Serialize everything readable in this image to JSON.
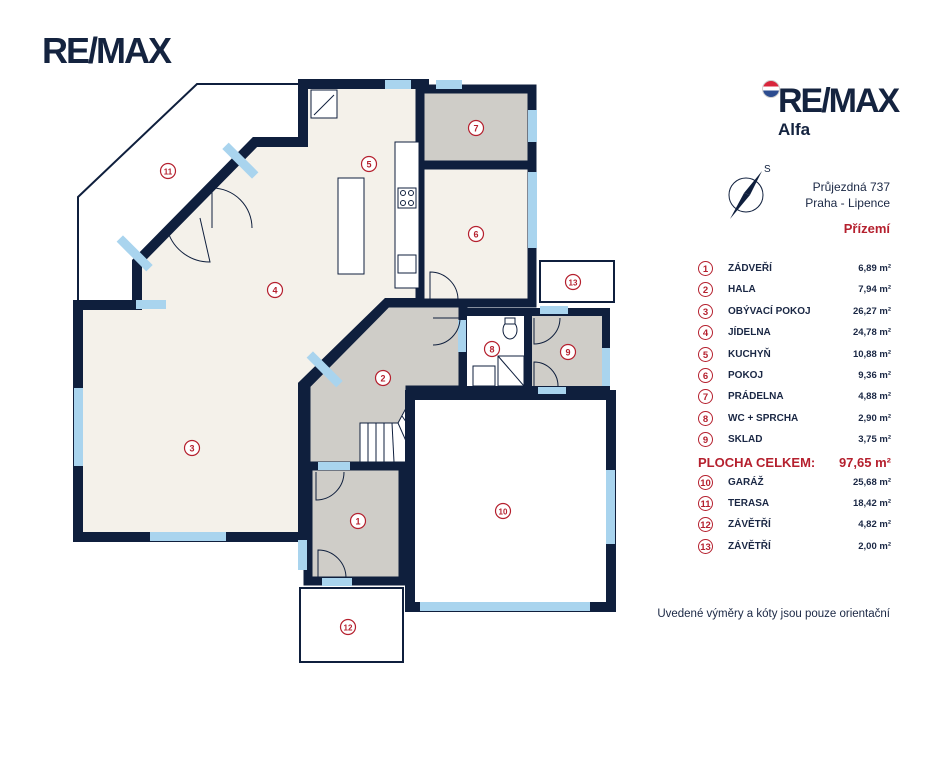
{
  "logo": {
    "text": "RE/MAX"
  },
  "brand": {
    "name": "RE/MAX",
    "office": "Alfa"
  },
  "address": {
    "line1": "Průjezdná 737",
    "line2": "Praha - Lipence"
  },
  "floor_name": "Přízemí",
  "compass": {
    "label": "S"
  },
  "rooms": [
    {
      "num": "1",
      "name": "ZÁDVEŘÍ",
      "area": "6,89 m²"
    },
    {
      "num": "2",
      "name": "HALA",
      "area": "7,94 m²"
    },
    {
      "num": "3",
      "name": "OBÝVACÍ POKOJ",
      "area": "26,27 m²"
    },
    {
      "num": "4",
      "name": "JÍDELNA",
      "area": "24,78 m²"
    },
    {
      "num": "5",
      "name": "KUCHYŇ",
      "area": "10,88 m²"
    },
    {
      "num": "6",
      "name": "POKOJ",
      "area": "9,36 m²"
    },
    {
      "num": "7",
      "name": "PRÁDELNA",
      "area": "4,88 m²"
    },
    {
      "num": "8",
      "name": "WC + SPRCHA",
      "area": "2,90 m²"
    },
    {
      "num": "9",
      "name": "SKLAD",
      "area": "3,75 m²"
    }
  ],
  "total": {
    "label": "PLOCHA CELKEM:",
    "value": "97,65 m²"
  },
  "extras": [
    {
      "num": "10",
      "name": "GARÁŽ",
      "area": "25,68 m²"
    },
    {
      "num": "11",
      "name": "TERASA",
      "area": "18,42 m²"
    },
    {
      "num": "12",
      "name": "ZÁVĚTŘÍ",
      "area": "4,82 m²"
    },
    {
      "num": "13",
      "name": "ZÁVĚTŘÍ",
      "area": "2,00 m²"
    }
  ],
  "note": "Uvedené výměry a kóty jsou pouze orientační",
  "colors": {
    "wall": "#0f1f3d",
    "window": "#a9d4ee",
    "room_fill": "#f4f1ea",
    "utility_fill": "#cfcdc8",
    "accent": "#b5202e"
  }
}
